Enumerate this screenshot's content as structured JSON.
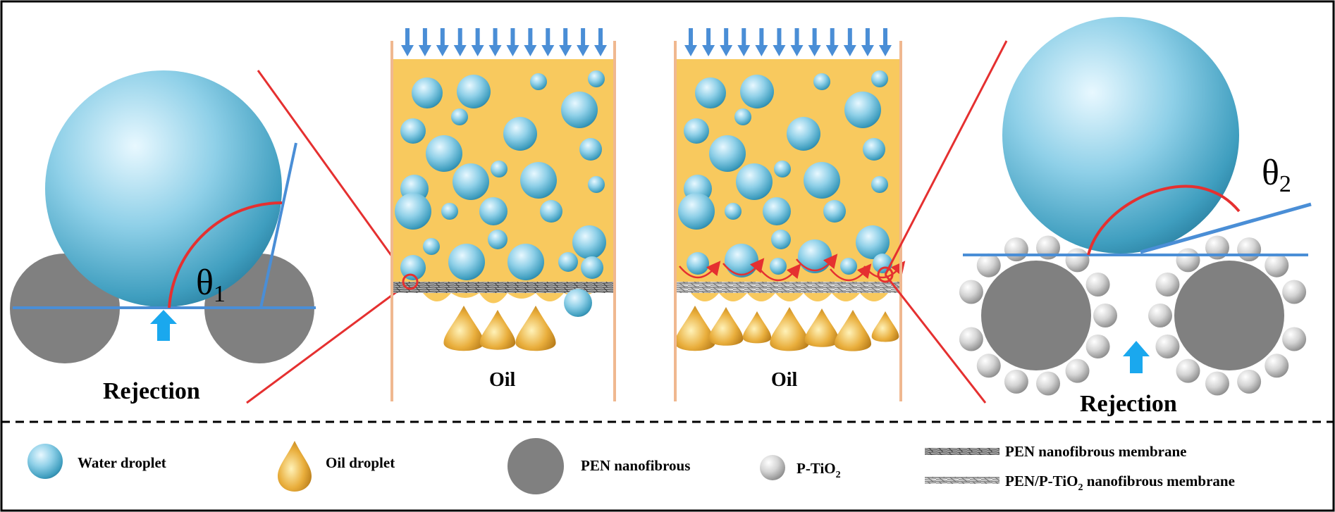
{
  "labels": {
    "left_rejection": "Rejection",
    "right_rejection": "Rejection",
    "oil_left": "Oil",
    "oil_right": "Oil",
    "theta1": "θ",
    "theta1_sub": "1",
    "theta2": "θ",
    "theta2_sub": "2"
  },
  "legend": {
    "water_droplet": "Water droplet",
    "oil_droplet": "Oil droplet",
    "pen_nanofibrous": "PEN nanofibrous",
    "ptio2_prefix": "P-TiO",
    "ptio2_sub": "2",
    "membrane1": "PEN nanofibrous membrane",
    "membrane2_prefix": "PEN/P-TiO",
    "membrane2_sub": "2",
    "membrane2_suffix": " nanofibrous membrane"
  },
  "colors": {
    "water": "#7fc8e0",
    "oil_bath": "#f8c95e",
    "oil_drop": "#e8a83a",
    "fiber": "#808080",
    "particle": "#d8d8d8",
    "tube_wall": "#f0b890",
    "arrow_blue": "#4a8ed6",
    "contact_line": "#4a8ed6",
    "red_line": "#e53030"
  }
}
